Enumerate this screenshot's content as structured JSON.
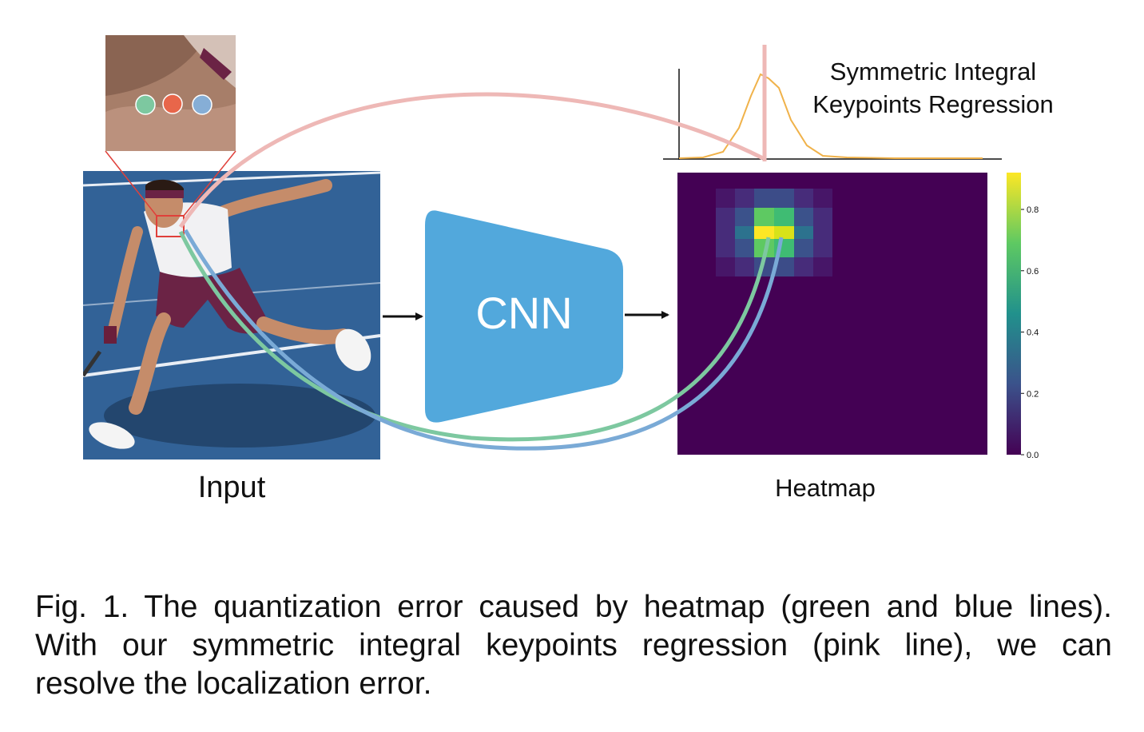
{
  "labels": {
    "input": "Input",
    "cnn": "CNN",
    "heatmap": "Heatmap",
    "regression_line1": "Symmetric Integral",
    "regression_line2": "Keypoints Regression"
  },
  "colorbar": {
    "ticks": [
      "0.0",
      "0.2",
      "0.4",
      "0.6",
      "0.8"
    ]
  },
  "caption": {
    "line1": "Fig. 1. The quantization error caused by heatmap (green and blue lines).",
    "line2": "With our symmetric integral keypoints regression (pink line), we can",
    "line3": "resolve the localization error."
  },
  "colors": {
    "cnn_fill": "#52a8dc",
    "heatmap_bg": "#440154",
    "pink_line": "#eeb8b6",
    "green_line": "#7dc8a0",
    "blue_line": "#7aaad6",
    "curve_orange": "#f0b24a",
    "zoom_box": "#e0403a",
    "dot_green": "#7dc8a0",
    "dot_red": "#e8664a",
    "dot_blue": "#86aed6"
  }
}
